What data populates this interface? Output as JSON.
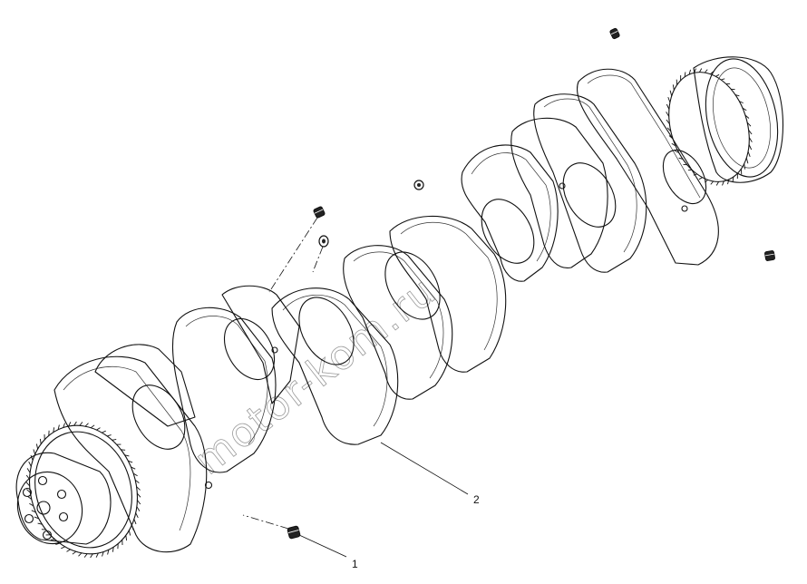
{
  "diagram": {
    "callouts": [
      {
        "id": "1",
        "label": "1"
      },
      {
        "id": "2",
        "label": "2"
      }
    ],
    "watermark": "motor-kom.ru"
  }
}
